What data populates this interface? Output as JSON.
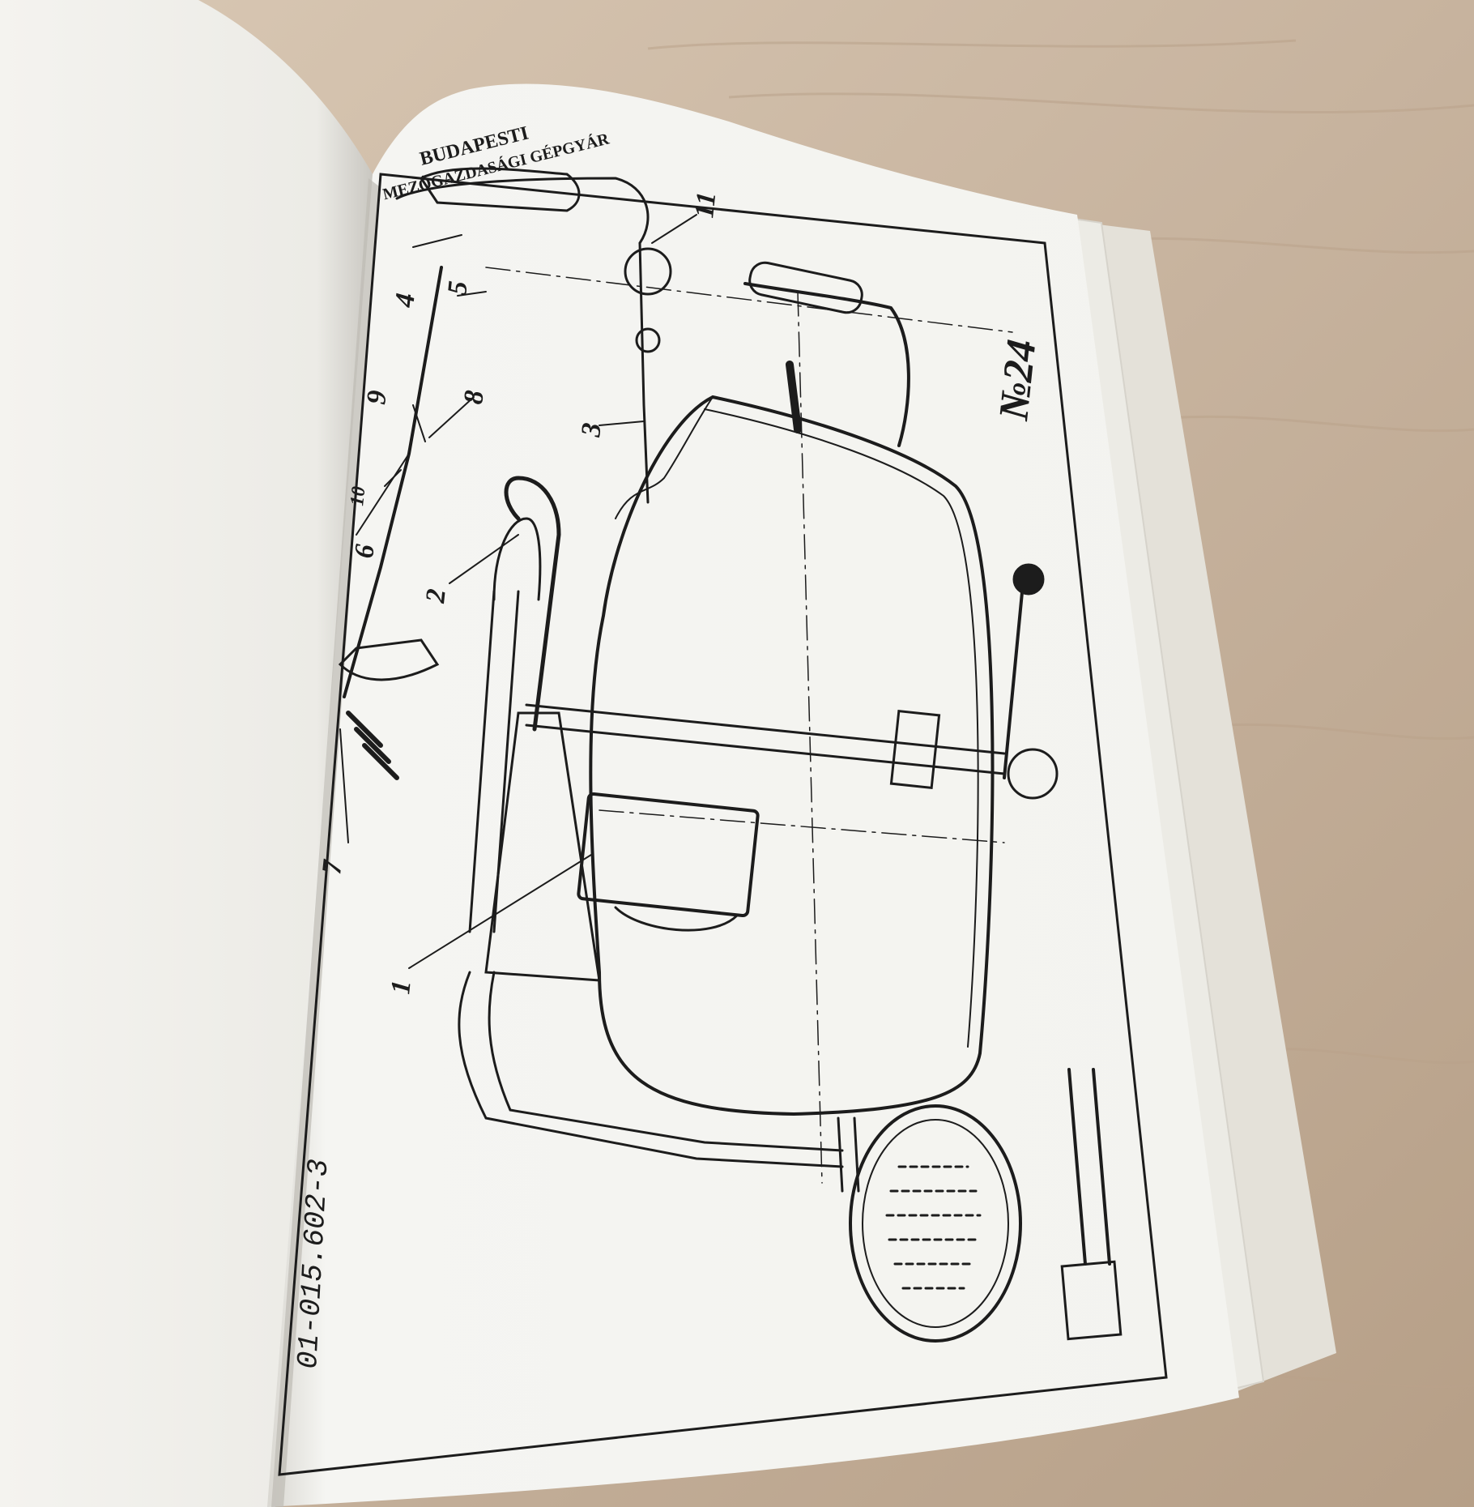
{
  "photo": {
    "subject": "open booklet with technical drawing",
    "colors": {
      "table": "#cbb9a5",
      "table_dark": "#a9927b",
      "left_page": "#f4f3ef",
      "right_page": "#f6f6f3",
      "page_edge": "#e9e6df",
      "ink": "#1c1c1c"
    }
  },
  "drawing": {
    "manufacturer_line1": "BUDAPESTI",
    "manufacturer_line2": "MEZŐGAZDASÁGI GÉPGYÁR",
    "sheet_number": "№24",
    "document_code": "01-015.602-3",
    "part_labels": [
      "1",
      "2",
      "3",
      "4",
      "5",
      "6",
      "7",
      "8",
      "9",
      "10",
      "11"
    ]
  }
}
